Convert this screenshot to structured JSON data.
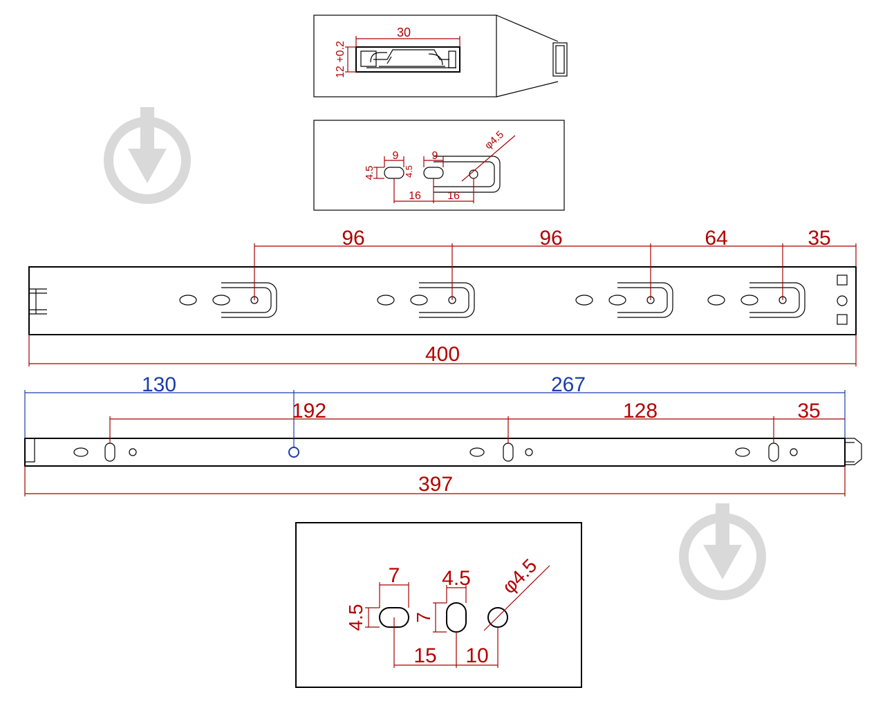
{
  "section_profile": {
    "width": "30",
    "height": "12 +0.2"
  },
  "slot_detail_top": {
    "slot1_width": "9",
    "slot2_width": "9",
    "slot_height": "4.5",
    "slot2_height": "4.5",
    "spacing1": "16",
    "spacing2": "16",
    "hole_diameter": "φ4.5"
  },
  "drawer_member": {
    "d1": "96",
    "d2": "96",
    "d3": "64",
    "d4": "35",
    "length": "400"
  },
  "cabinet_member": {
    "blue1": "130",
    "blue2": "267",
    "d1": "192",
    "d2": "128",
    "d3": "35",
    "length": "397"
  },
  "slot_detail_bottom": {
    "slot_width": "7",
    "slot_height": "4.5",
    "vslot_width": "4.5",
    "vslot_height": "7",
    "spacing1": "15",
    "spacing2": "10",
    "hole_diameter": "φ4.5"
  },
  "watermark": {
    "icon": "download-arrow-icon",
    "color": "#d9d9d9"
  },
  "colors": {
    "dimension": "#b30000",
    "reference": "#1a3caa",
    "outline": "#000000"
  }
}
